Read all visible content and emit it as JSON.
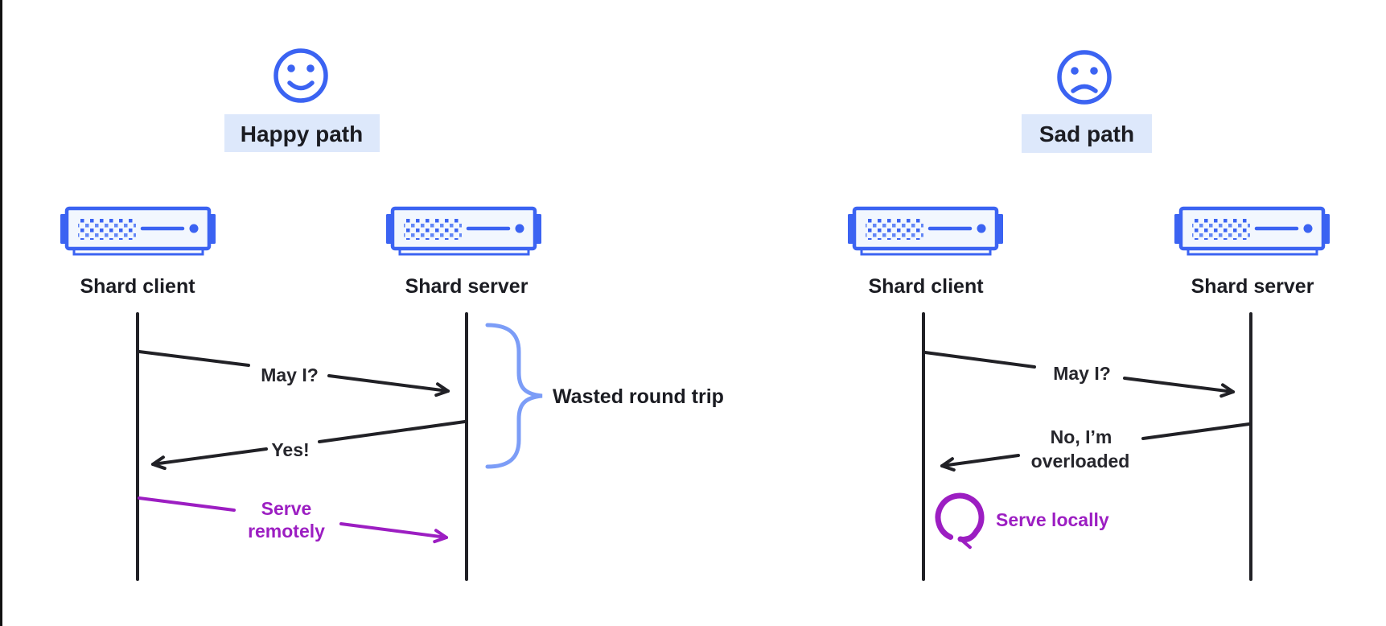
{
  "colors": {
    "blue": "#3b63f2",
    "icon_fill": "#f2f7fe",
    "title_badge_bg": "#dde8fb",
    "brace_blue": "#7c9df7",
    "purple": "#9c1ec2",
    "ink": "#1b1c22",
    "line_black": "#212126"
  },
  "icons": {
    "happy_face": "smiley-face-icon",
    "sad_face": "frowny-face-icon",
    "server": "server-box-icon",
    "self_loop": "loop-arrow-icon"
  },
  "happy": {
    "title": "Happy path",
    "client_label": "Shard client",
    "server_label": "Shard server",
    "msg1": "May I?",
    "msg2": "Yes!",
    "msg3_line1": "Serve",
    "msg3_line2": "remotely",
    "annotation": "Wasted round trip"
  },
  "sad": {
    "title": "Sad path",
    "client_label": "Shard client",
    "server_label": "Shard server",
    "msg1": "May I?",
    "msg2_line1": "No, I’m",
    "msg2_line2": "overloaded",
    "msg3": "Serve locally"
  }
}
